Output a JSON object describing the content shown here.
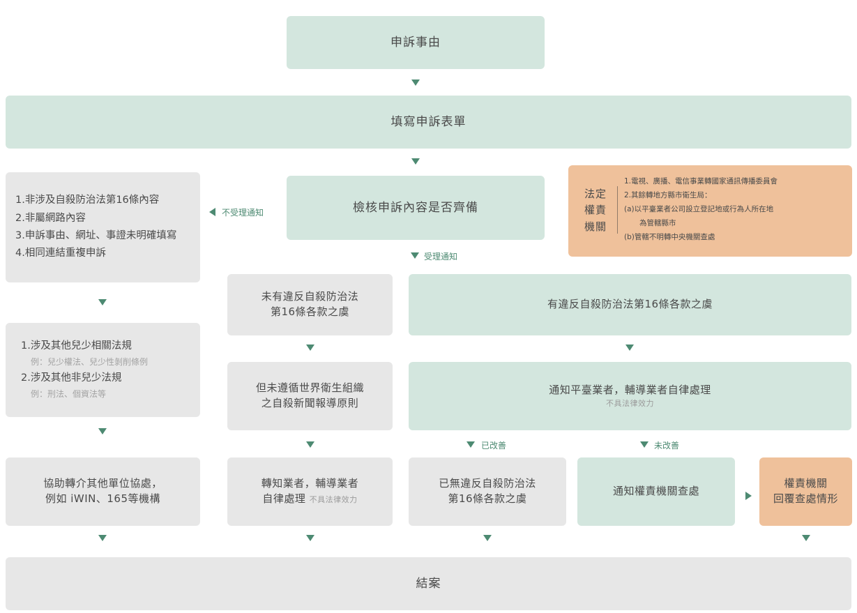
{
  "nodes": {
    "complaint_reason": "申訴事由",
    "fill_form": "填寫申訴表單",
    "review": "檢核申訴內容是否齊備",
    "reject_list": [
      "1.非涉及自殺防治法第16條內容",
      "2.非屬網路內容",
      "3.申訴事由、網址、事證未明確填寫",
      "4.相同連結重複申訴"
    ],
    "other_laws": {
      "item1": "1.涉及其他兒少相關法規",
      "item1_example": "例：兒少權法、兒少性剝削條例",
      "item2": "2.涉及其他非兒少法規",
      "item2_example": "例：刑法、個資法等"
    },
    "referral": {
      "line1": "協助轉介其他單位協處，",
      "line2": "例如 iWIN、165等機構"
    },
    "no_violation": {
      "line1": "未有違反自殺防治法",
      "line2": "第16條各款之虞"
    },
    "not_follow_who": {
      "line1": "但未遵循世界衛生組織",
      "line2": "之自殺新聞報導原則"
    },
    "forward_operator": {
      "line1": "轉知業者，輔導業者",
      "line2": "自律處理",
      "note": "不具法律效力"
    },
    "violation": "有違反自殺防治法第16條各款之虞",
    "notify_platform": {
      "title": "通知平臺業者，輔導業者自律處理",
      "note": "不具法律效力"
    },
    "resolved": {
      "line1": "已無違反自殺防治法",
      "line2": "第16條各款之虞"
    },
    "notify_authority": "通知權責機關查處",
    "authority_reply": {
      "line1": "權責機關",
      "line2": "回覆查處情形"
    },
    "close": "結案",
    "authority_info": {
      "title": [
        "法定",
        "權責",
        "機關"
      ],
      "lines": [
        "1.電視、廣播、電信事業轉國家通訊傳播委員會",
        "2.其餘轉地方縣市衛生局：",
        "(a)以平臺業者公司設立登記地或行為人所在地",
        "為管轄縣市",
        "(b)管轄不明轉中央機關查處"
      ]
    }
  },
  "edge_labels": {
    "rejected": "不受理通知",
    "accepted": "受理通知",
    "improved": "已改善",
    "not_improved": "未改善"
  },
  "colors": {
    "green": "#d3e6de",
    "gray": "#e7e7e7",
    "orange": "#efc19b",
    "arrow": "#4d8a72"
  }
}
